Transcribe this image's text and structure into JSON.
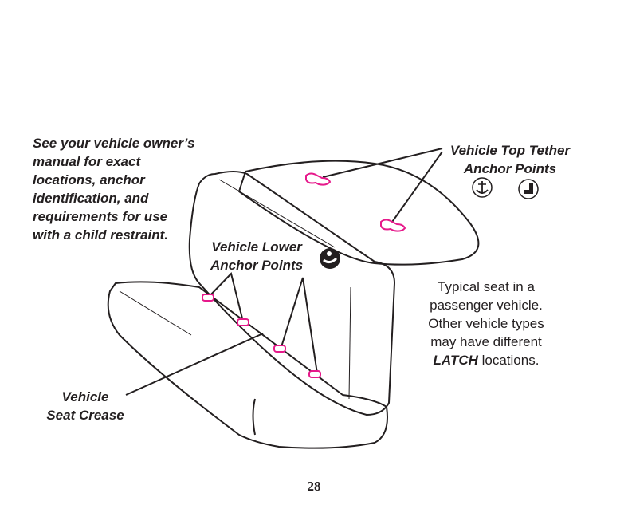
{
  "labels": {
    "owner_manual_note": [
      "See your vehicle owner’s",
      "manual for exact",
      "locations, anchor",
      "identification, and",
      "requirements for use",
      "with a child restraint."
    ],
    "top_tether": [
      "Vehicle Top Tether",
      "Anchor Points"
    ],
    "lower_anchor": [
      "Vehicle Lower",
      "Anchor Points"
    ],
    "seat_crease": [
      "Vehicle",
      "Seat Crease"
    ]
  },
  "description_note": {
    "lines": [
      "Typical seat in a",
      "passenger vehicle.",
      "Other vehicle types",
      "may have different"
    ],
    "emphasis": "LATCH",
    "tail": " locations."
  },
  "icons": [
    "tether-anchor-icon",
    "tether-seat-icon",
    "lower-anchor-icon"
  ],
  "colors": {
    "anchor": "#e6198b",
    "line": "#231f20"
  },
  "page_number": "28"
}
